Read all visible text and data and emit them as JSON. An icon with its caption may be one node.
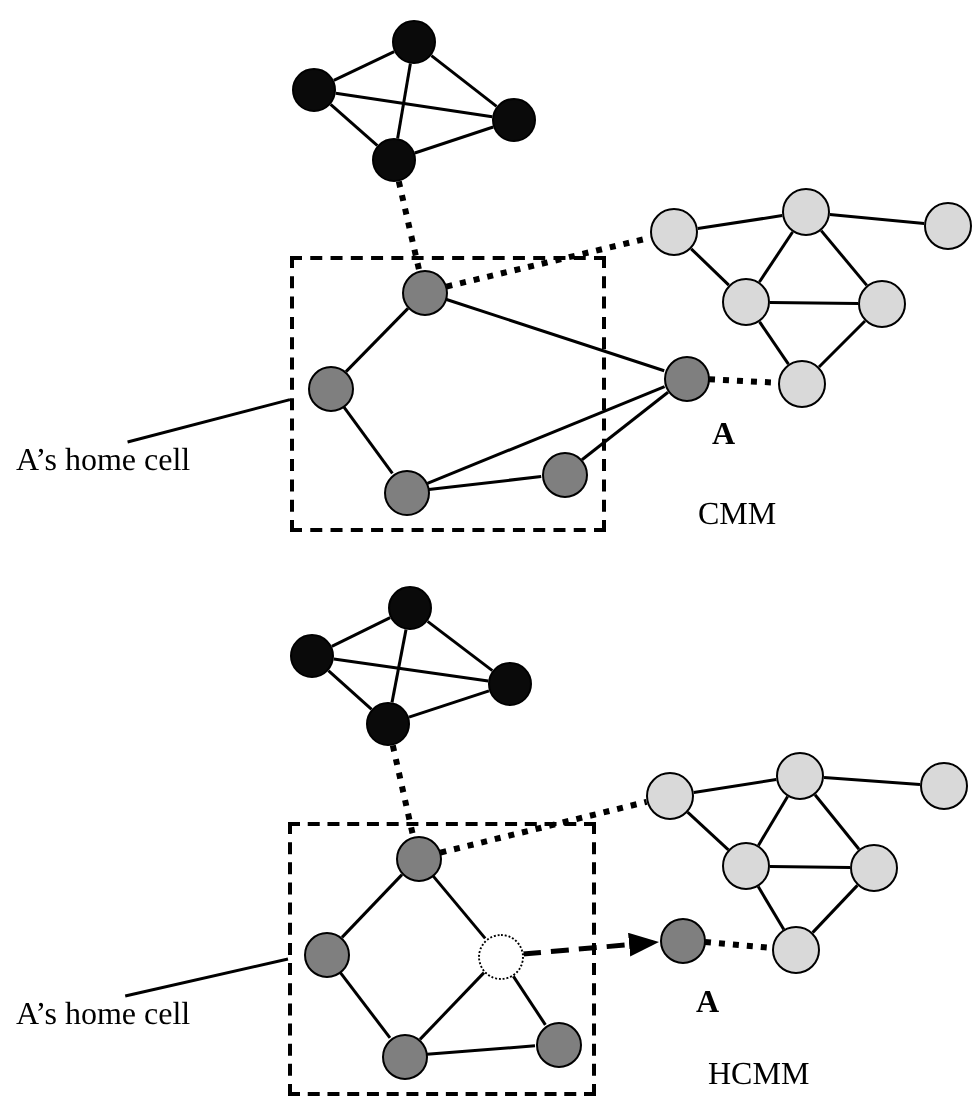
{
  "diagram": {
    "nodes": [
      {
        "text": [],
        "shape": "circle"
      },
      {
        "text": [],
        "shape": "circle"
      },
      {
        "text": [],
        "shape": "circle"
      },
      {
        "text": [],
        "shape": "circle"
      },
      {
        "text": [],
        "shape": "box"
      },
      {
        "text": [],
        "shape": "circle",
        "in": 4
      },
      {
        "text": [],
        "shape": "circle",
        "in": 4
      },
      {
        "text": [],
        "shape": "circle",
        "in": 4
      },
      {
        "text": [],
        "shape": "circle",
        "in": 4
      },
      {
        "text": [],
        "shape": "circle",
        "beside": [
          "A"
        ]
      },
      {
        "text": [],
        "shape": "circle"
      },
      {
        "text": [],
        "shape": "circle"
      },
      {
        "text": [],
        "shape": "circle"
      },
      {
        "text": [],
        "shape": "circle"
      },
      {
        "text": [],
        "shape": "circle"
      },
      {
        "text": [],
        "shape": "circle"
      },
      {
        "text": [
          "A’s home cell"
        ]
      },
      {
        "text": [],
        "shape": "circle"
      },
      {
        "text": [],
        "shape": "circle"
      },
      {
        "text": [],
        "shape": "circle"
      },
      {
        "text": [],
        "shape": "circle"
      },
      {
        "text": [],
        "shape": "box"
      },
      {
        "text": [],
        "shape": "circle",
        "in": 21
      },
      {
        "text": [],
        "shape": "circle",
        "in": 21
      },
      {
        "text": [],
        "shape": "circle",
        "in": 21
      },
      {
        "text": [],
        "shape": "circle",
        "in": 21
      },
      {
        "text": [],
        "shape": "circle",
        "in": 21
      },
      {
        "text": [],
        "shape": "circle",
        "beside": [
          "A"
        ]
      },
      {
        "text": [],
        "shape": "circle"
      },
      {
        "text": [],
        "shape": "circle"
      },
      {
        "text": [],
        "shape": "circle"
      },
      {
        "text": [],
        "shape": "circle"
      },
      {
        "text": [],
        "shape": "circle"
      },
      {
        "text": [],
        "shape": "circle"
      },
      {
        "text": [
          "A’s home cell"
        ]
      }
    ],
    "edges": [
      {
        "from": 0,
        "to": 1,
        "arrow": "none"
      },
      {
        "from": 0,
        "to": 2,
        "arrow": "none"
      },
      {
        "from": 0,
        "to": 3,
        "arrow": "none"
      },
      {
        "from": 1,
        "to": 2,
        "arrow": "none"
      },
      {
        "from": 1,
        "to": 3,
        "arrow": "none"
      },
      {
        "from": 3,
        "to": 2,
        "arrow": "none"
      },
      {
        "from": 3,
        "to": 5,
        "arrow": "none",
        "style": "dashed"
      },
      {
        "from": 5,
        "to": 6,
        "arrow": "none"
      },
      {
        "from": 6,
        "to": 7,
        "arrow": "none"
      },
      {
        "from": 7,
        "to": 8,
        "arrow": "none"
      },
      {
        "from": 7,
        "to": 9,
        "arrow": "none"
      },
      {
        "from": 8,
        "to": 9,
        "arrow": "none"
      },
      {
        "from": 5,
        "to": 9,
        "arrow": "none"
      },
      {
        "from": 5,
        "to": 10,
        "arrow": "none",
        "style": "dashed"
      },
      {
        "from": 9,
        "to": 15,
        "arrow": "none",
        "style": "dashed"
      },
      {
        "from": 10,
        "to": 11,
        "arrow": "none"
      },
      {
        "from": 11,
        "to": 12,
        "arrow": "none"
      },
      {
        "from": 10,
        "to": 13,
        "arrow": "none"
      },
      {
        "from": 11,
        "to": 13,
        "arrow": "none"
      },
      {
        "from": 11,
        "to": 14,
        "arrow": "none"
      },
      {
        "from": 13,
        "to": 14,
        "arrow": "none"
      },
      {
        "from": 13,
        "to": 15,
        "arrow": "none"
      },
      {
        "from": 14,
        "to": 15,
        "arrow": "none"
      },
      {
        "from": 16,
        "to": 4,
        "arrow": "none"
      },
      {
        "from": 17,
        "to": 18,
        "arrow": "none"
      },
      {
        "from": 17,
        "to": 19,
        "arrow": "none"
      },
      {
        "from": 17,
        "to": 20,
        "arrow": "none"
      },
      {
        "from": 18,
        "to": 19,
        "arrow": "none"
      },
      {
        "from": 18,
        "to": 20,
        "arrow": "none"
      },
      {
        "from": 20,
        "to": 19,
        "arrow": "none"
      },
      {
        "from": 20,
        "to": 22,
        "arrow": "none",
        "style": "dashed"
      },
      {
        "from": 22,
        "to": 23,
        "arrow": "none"
      },
      {
        "from": 22,
        "to": 24,
        "arrow": "none"
      },
      {
        "from": 23,
        "to": 25,
        "arrow": "none"
      },
      {
        "from": 25,
        "to": 24,
        "arrow": "none"
      },
      {
        "from": 24,
        "to": 26,
        "arrow": "none"
      },
      {
        "from": 25,
        "to": 26,
        "arrow": "none"
      },
      {
        "from": 24,
        "to": 27,
        "arrow": "to",
        "style": "dashed"
      },
      {
        "from": 22,
        "to": 28,
        "arrow": "none",
        "style": "dashed"
      },
      {
        "from": 27,
        "to": 33,
        "arrow": "none",
        "style": "dashed"
      },
      {
        "from": 28,
        "to": 29,
        "arrow": "none"
      },
      {
        "from": 29,
        "to": 30,
        "arrow": "none"
      },
      {
        "from": 28,
        "to": 31,
        "arrow": "none"
      },
      {
        "from": 29,
        "to": 31,
        "arrow": "none"
      },
      {
        "from": 29,
        "to": 32,
        "arrow": "none"
      },
      {
        "from": 31,
        "to": 32,
        "arrow": "none"
      },
      {
        "from": 31,
        "to": 33,
        "arrow": "none"
      },
      {
        "from": 32,
        "to": 33,
        "arrow": "none"
      },
      {
        "from": 34,
        "to": 21,
        "arrow": "none"
      }
    ],
    "labels": [
      "CMM",
      "HCMM"
    ]
  }
}
